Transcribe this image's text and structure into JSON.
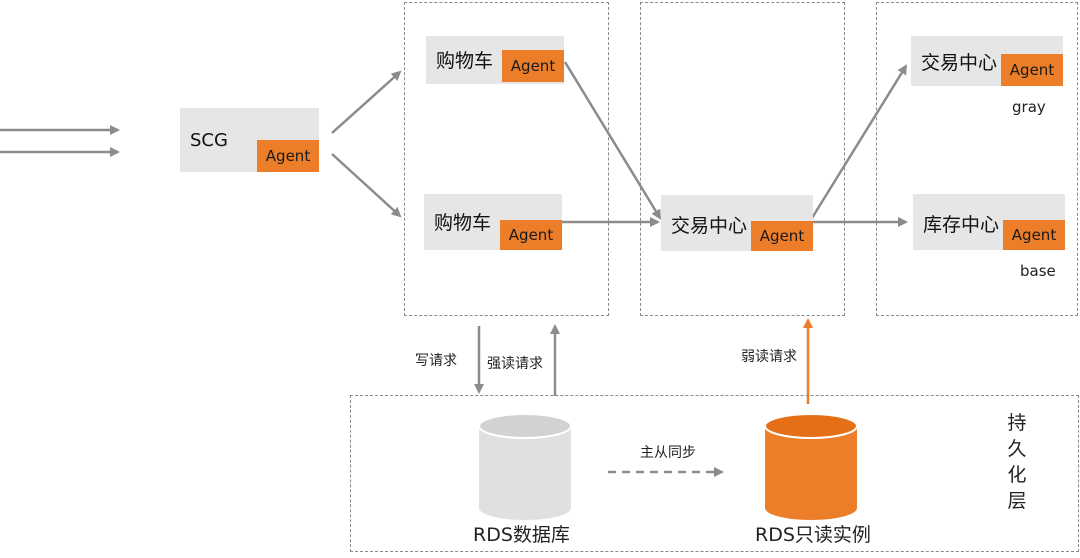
{
  "nodes": {
    "scg": {
      "label": "SCG",
      "agent": "Agent"
    },
    "cart_top": {
      "label": "购物车",
      "agent": "Agent"
    },
    "cart_bottom": {
      "label": "购物车",
      "agent": "Agent"
    },
    "trade_middle": {
      "label": "交易中心",
      "agent": "Agent"
    },
    "trade_gray": {
      "label": "交易中心",
      "agent": "Agent",
      "tag": "gray"
    },
    "inventory_base": {
      "label": "库存中心",
      "agent": "Agent",
      "tag": "base"
    }
  },
  "edges": {
    "write_request": "写请求",
    "strong_read": "强读请求",
    "weak_read": "弱读请求",
    "master_slave_sync": "主从同步"
  },
  "databases": {
    "rds": "RDS数据库",
    "rds_readonly": "RDS只读实例"
  },
  "persistence_layer": "持久化层",
  "colors": {
    "agent": "#ec7e2a",
    "node_bg": "#e6e6e6",
    "arrow": "#8c8c8c",
    "weak_read_arrow": "#ec7e2a",
    "db_gray": "#e0e0e0",
    "db_orange": "#ec7e2a"
  }
}
